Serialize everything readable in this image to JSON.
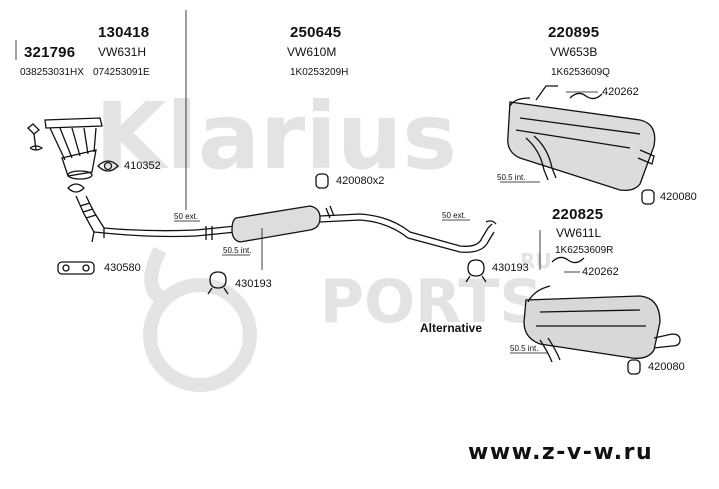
{
  "watermark": {
    "brand": "Klarius",
    "overlay_line1": "RU",
    "overlay_line2": "PORTS"
  },
  "parts": [
    {
      "number": "321796",
      "model": "",
      "oem": "038253031HX"
    },
    {
      "number": "130418",
      "model": "VW631H",
      "oem": "074253091E"
    },
    {
      "number": "250645",
      "model": "VW610M",
      "oem": "1K0253209H"
    },
    {
      "number": "220895",
      "model": "VW653B",
      "oem": "1K6253609Q"
    },
    {
      "number": "220825",
      "model": "VW611L",
      "oem": "1K6253609R"
    }
  ],
  "refs": {
    "r410352": "410352",
    "r430580": "430580",
    "r430193a": "430193",
    "r430193b": "430193",
    "r420080x2": "420080x2",
    "r420262a": "420262",
    "r420262b": "420262",
    "r420080a": "420080",
    "r420080b": "420080"
  },
  "dims": {
    "ext_50_a": "50 ext.",
    "int_505_a": "50.5 int.",
    "ext_50_b": "50 ext.",
    "int_505_b": "50.5 int.",
    "int_505_c": "50.5 int."
  },
  "alternative_label": "Alternative",
  "website": "www.z-v-w.ru"
}
